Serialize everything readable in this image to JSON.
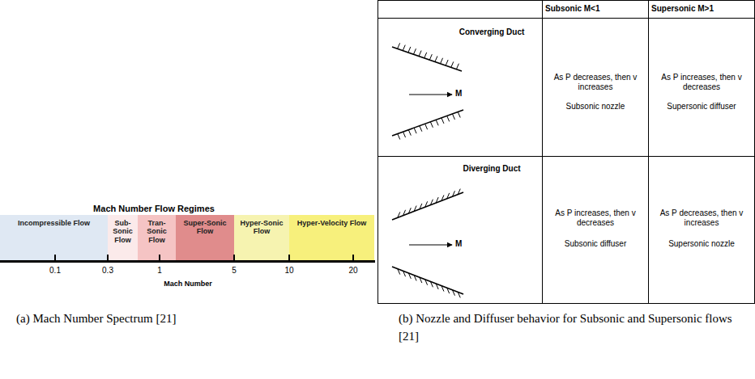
{
  "diagram": {
    "title": "Mach Number Flow Regimes",
    "nodes": [
      {
        "text": [
          "Incompressible Flow"
        ]
      },
      {
        "text": [
          "Sub-Sonic Flow"
        ]
      },
      {
        "text": [
          "Tran-Sonic Flow"
        ]
      },
      {
        "text": [
          "Super-Sonic Flow"
        ]
      },
      {
        "text": [
          "Hyper-Sonic Flow"
        ]
      },
      {
        "text": [
          "Hyper-Velocity Flow"
        ]
      }
    ],
    "labels": [
      "(a) Mach Number Spectrum [21]",
      "Subsonic M<1",
      "Supersonic M>1",
      "Converging Duct",
      "M",
      "As P decreases, then v increases",
      "Subsonic nozzle",
      "As P increases, then v decreases",
      "Supersonic diffuser",
      "Diverging Duct",
      "M",
      "As P increases, then v decreases",
      "Subsonic diffuser",
      "As P decreases, then v increases",
      "Supersonic nozzle",
      "0.1",
      "0.3",
      "1",
      "5",
      "10",
      "20",
      "Mach Number",
      "(b) Nozzle and Diffuser behavior for Subsonic and Supersonic flows [21]"
    ]
  }
}
